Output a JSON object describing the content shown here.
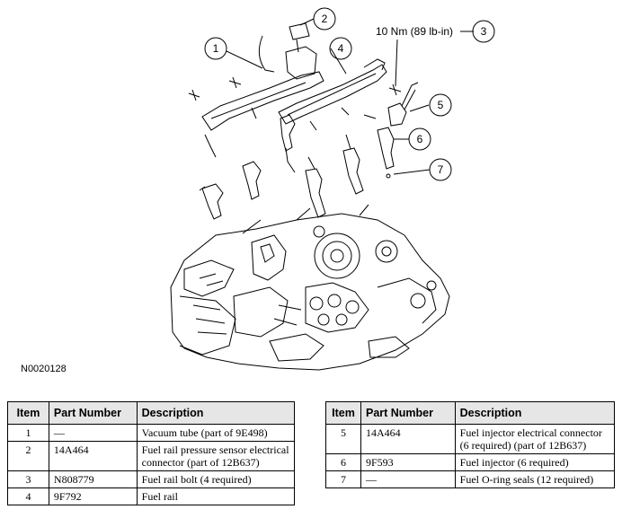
{
  "figure": {
    "id_label": "N0020128",
    "torque_label": "10 Nm (89 lb-in)",
    "callouts": [
      "1",
      "2",
      "3",
      "4",
      "5",
      "6",
      "7"
    ]
  },
  "table_headers": {
    "item": "Item",
    "part_number": "Part Number",
    "description": "Description"
  },
  "left_rows": [
    {
      "item": "1",
      "part": "—",
      "desc": "Vacuum tube (part of 9E498)"
    },
    {
      "item": "2",
      "part": "14A464",
      "desc": "Fuel rail pressure sensor electrical connector (part of 12B637)"
    },
    {
      "item": "3",
      "part": "N808779",
      "desc": "Fuel rail bolt (4 required)"
    },
    {
      "item": "4",
      "part": "9F792",
      "desc": "Fuel rail"
    }
  ],
  "right_rows": [
    {
      "item": "5",
      "part": "14A464",
      "desc": "Fuel injector electrical connector (6 required) (part of 12B637)"
    },
    {
      "item": "6",
      "part": "9F593",
      "desc": "Fuel injector (6 required)"
    },
    {
      "item": "7",
      "part": "—",
      "desc": "Fuel O-ring seals (12 required)"
    }
  ]
}
